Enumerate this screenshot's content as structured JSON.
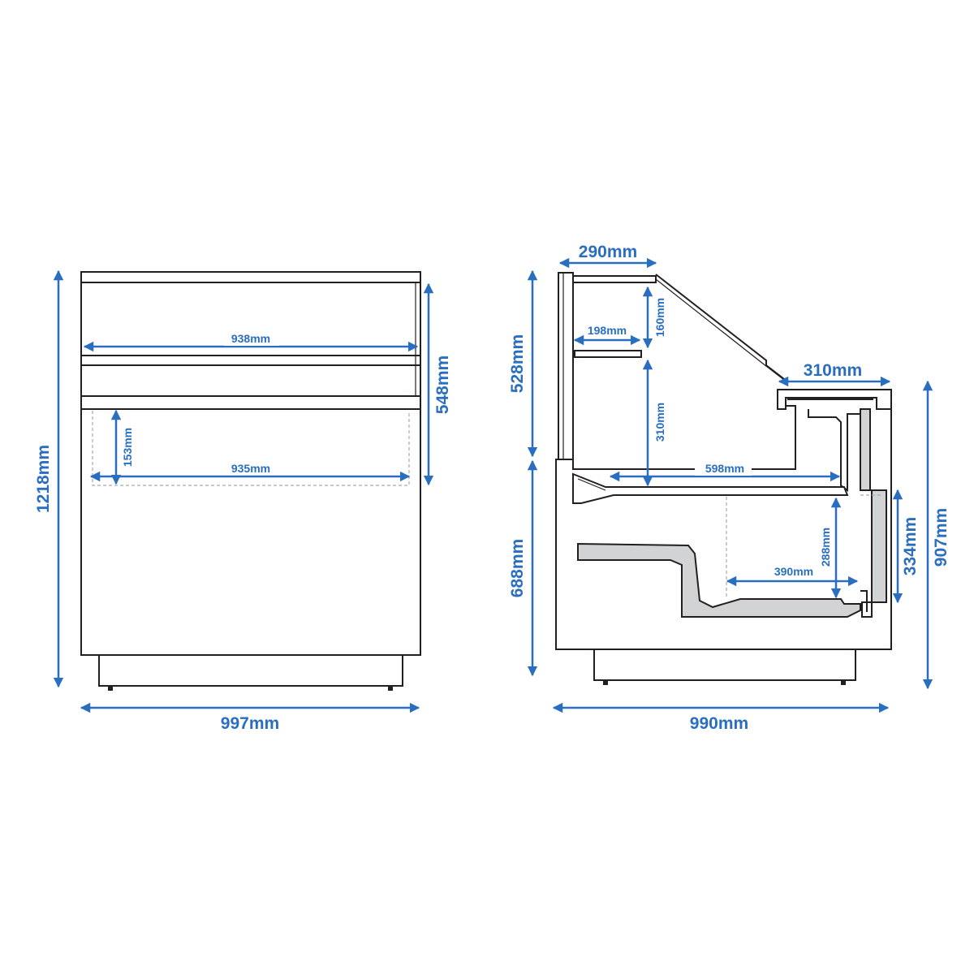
{
  "front_view": {
    "total_height": "1218mm",
    "total_width": "997mm",
    "upper_height": "548mm",
    "inner_width_top": "938mm",
    "inner_width_bottom": "935mm",
    "recess_depth": "153mm"
  },
  "side_view": {
    "top_depth": "290mm",
    "shelf_depth": "198mm",
    "shelf_height": "160mm",
    "upper_height": "528mm",
    "lower_height": "688mm",
    "glass_clearance": "310mm",
    "counter_depth": "310mm",
    "deck_width": "598mm",
    "well_width": "390mm",
    "well_depth": "288mm",
    "rear_panel_height": "334mm",
    "counter_height": "907mm",
    "total_depth": "990mm"
  },
  "colors": {
    "dimension": "#2a6ebf",
    "line": "#231f20",
    "fill_section": "#d1d3d4"
  }
}
